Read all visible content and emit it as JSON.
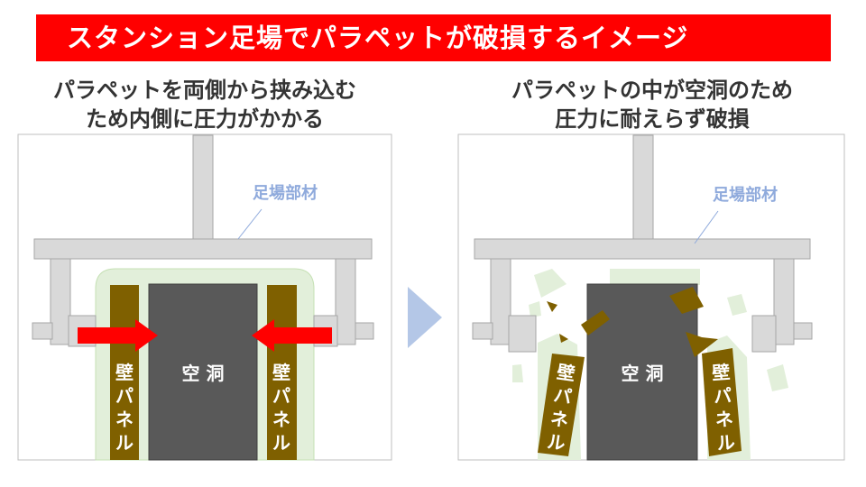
{
  "title": "スタンション足場でパラペットが破損するイメージ",
  "left": {
    "caption_line1": "パラペットを両側から挟み込む",
    "caption_line2": "ため内側に圧力がかかる",
    "scaffold_label": "足場部材",
    "hollow_label": "空 洞",
    "panel_label_left": "壁パネル",
    "panel_label_right": "壁パネル"
  },
  "right": {
    "caption_line1": "パラペットの中が空洞のため",
    "caption_line2": "圧力に耐えらず破損",
    "scaffold_label": "足場部材",
    "hollow_label": "空 洞",
    "panel_label_left": "壁パネル",
    "panel_label_right": "壁パネル"
  },
  "colors": {
    "banner": "#ff0000",
    "scaffold": "#d9d9d9",
    "parapet": "#e2efda",
    "hollow": "#595959",
    "panel": "#7f6000",
    "arrow": "#ff0000",
    "transition_arrow": "#b4c7e7",
    "label": "#8faadc"
  }
}
